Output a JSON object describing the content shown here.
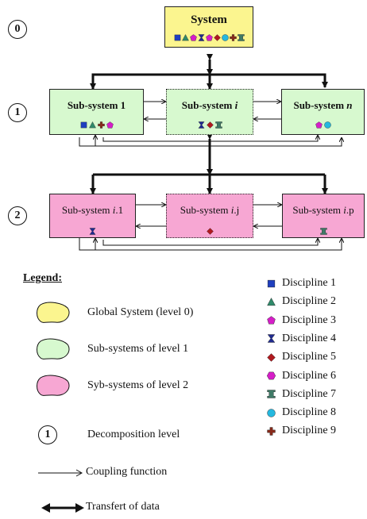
{
  "level_labels": [
    "0",
    "1",
    "2"
  ],
  "system": {
    "title": "System",
    "disciplines": [
      1,
      2,
      3,
      4,
      3,
      5,
      8,
      9,
      7
    ]
  },
  "level1": [
    {
      "title": "Sub-system 1",
      "title_main": "Sub-system 1",
      "title_var": "",
      "disciplines": [
        1,
        2,
        9,
        3
      ],
      "style": "solid"
    },
    {
      "title": "Sub-system i",
      "title_main": "Sub-system ",
      "title_var": "i",
      "disciplines": [
        4,
        5,
        7
      ],
      "style": "dotted"
    },
    {
      "title": "Sub-system n",
      "title_main": "Sub-system ",
      "title_var": "n",
      "disciplines": [
        3,
        8
      ],
      "style": "solid"
    }
  ],
  "level2": [
    {
      "title_main": "Sub-system ",
      "title_var": "i",
      "title_suffix": ".1",
      "disciplines": [
        4
      ],
      "style": "solid"
    },
    {
      "title_main": "Sub-system ",
      "title_var": "i",
      "title_suffix": ".j",
      "disciplines": [
        5
      ],
      "style": "dotted"
    },
    {
      "title_main": "Sub-system ",
      "title_var": "i",
      "title_suffix": ".p",
      "disciplines": [
        7
      ],
      "style": "solid"
    }
  ],
  "legend": {
    "title": "Legend:",
    "items": [
      {
        "text": "Global System (level 0)",
        "color": "#fbf58f"
      },
      {
        "text": "Sub-systems of level 1",
        "color": "#d7f9cf"
      },
      {
        "text": "Syb-systems of level 2",
        "color": "#f7a7d3"
      }
    ],
    "level_example": "1",
    "level_text": "Decomposition level",
    "coupling_text": "Coupling function",
    "transfer_text": "Transfert of data"
  },
  "disciplines": [
    {
      "label": "Discipline 1",
      "shape": "square",
      "color": "#1f3fbf"
    },
    {
      "label": "Discipline 2",
      "shape": "triangle",
      "color": "#2f8a6a"
    },
    {
      "label": "Discipline 3",
      "shape": "pentagon",
      "color": "#d61ec8"
    },
    {
      "label": "Discipline 4",
      "shape": "hourglass",
      "color": "#1f2a8f"
    },
    {
      "label": "Discipline 5",
      "shape": "diamond",
      "color": "#b0191f"
    },
    {
      "label": "Discipline 6",
      "shape": "hexagon",
      "color": "#d61ec8"
    },
    {
      "label": "Discipline 7",
      "shape": "spool",
      "color": "#3f7a66"
    },
    {
      "label": "Discipline 8",
      "shape": "circle",
      "color": "#25b8df"
    },
    {
      "label": "Discipline 9",
      "shape": "cross",
      "color": "#8a2a1a"
    }
  ],
  "colors": {
    "level0": "#fbf58f",
    "level1": "#d7f9cf",
    "level2": "#f7a7d3"
  }
}
